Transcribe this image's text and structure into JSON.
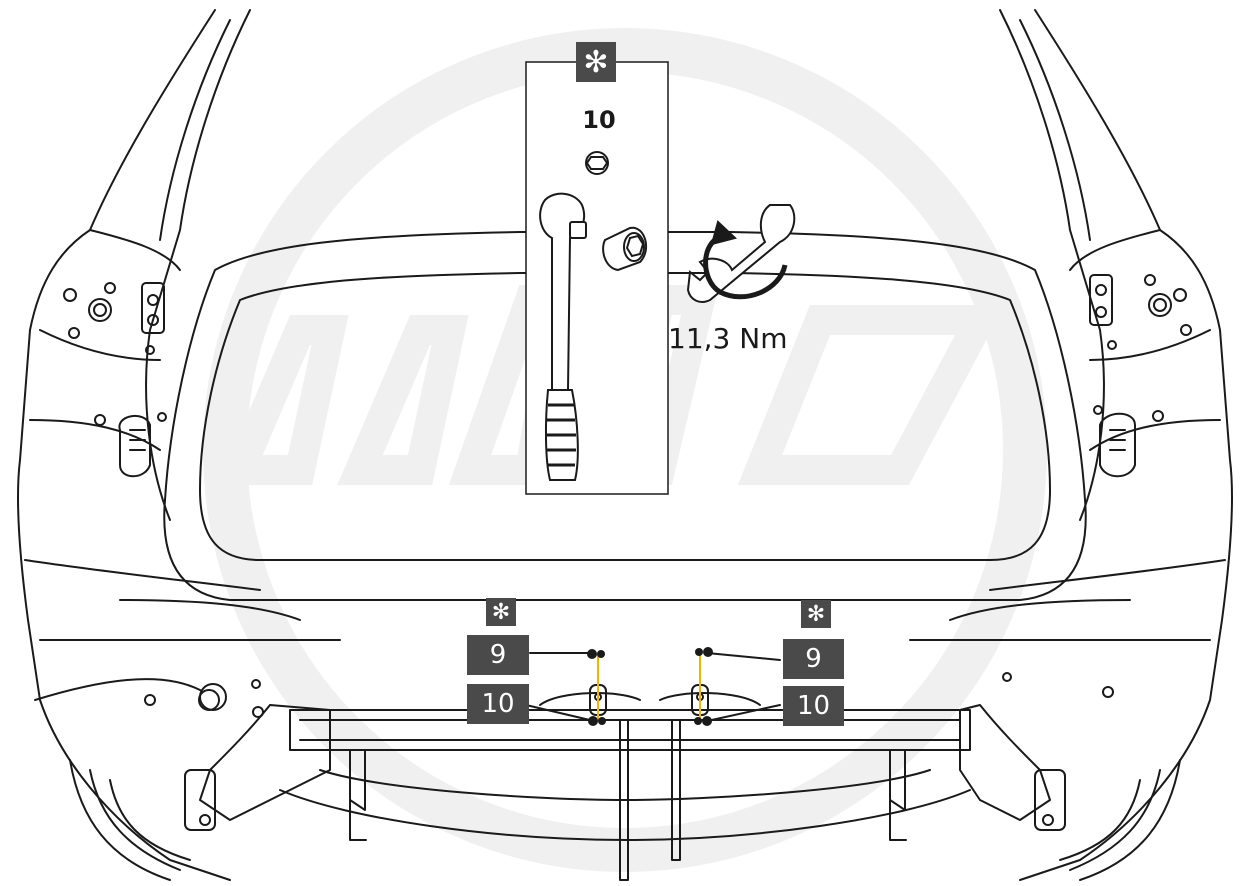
{
  "detail_box": {
    "symbol": "✻",
    "socket_size": "10"
  },
  "torque": {
    "value": "11,3 Nm"
  },
  "left_callout": {
    "symbol": "✻",
    "part_upper": "9",
    "part_lower": "10"
  },
  "right_callout": {
    "symbol": "✻",
    "part_upper": "9",
    "part_lower": "10"
  },
  "colors": {
    "label_bg": "#4a4a4a",
    "label_text": "#ffffff",
    "line": "#1a1a1a",
    "watermark": "#efefef",
    "bolt_highlight": "#f5b400"
  },
  "icons": [
    "torque-wrench-icon",
    "socket-icon",
    "hex-nut-icon",
    "wrench-tighten-icon",
    "asterisk-icon"
  ]
}
